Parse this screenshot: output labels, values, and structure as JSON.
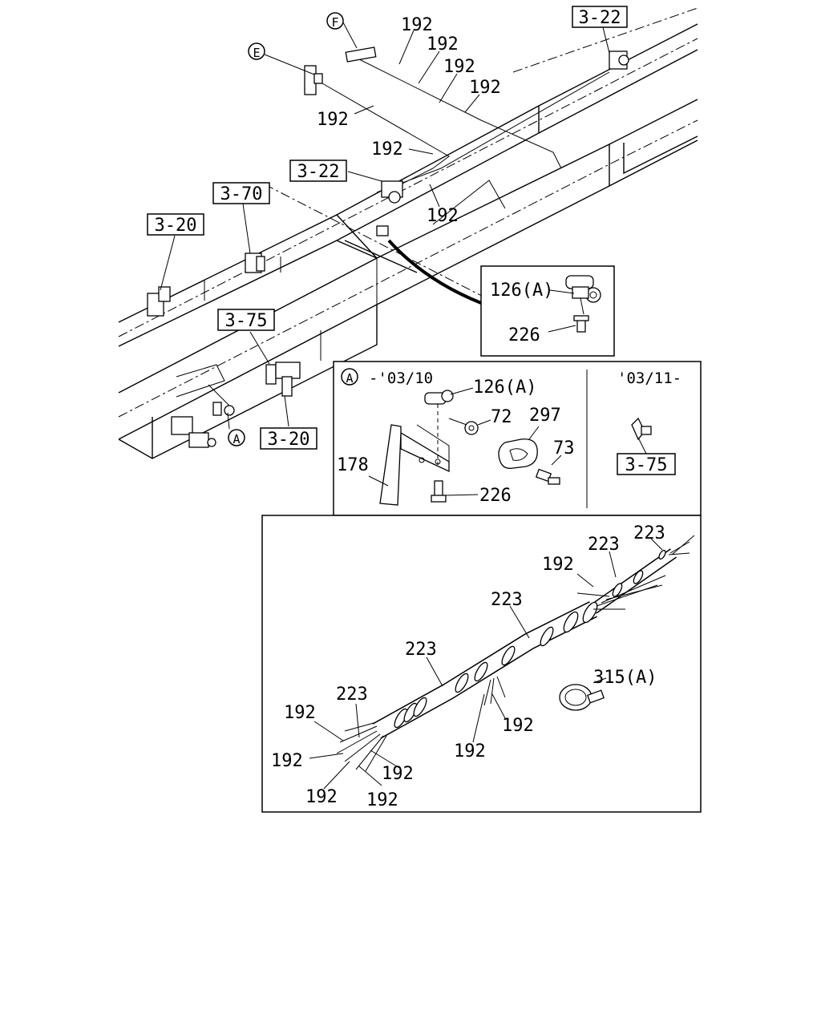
{
  "refs": {
    "r322a": "3-22",
    "r322b": "3-22",
    "r370": "3-70",
    "r320a": "3-20",
    "r375a": "3-75",
    "r320b": "3-20",
    "r375b": "3-75"
  },
  "callouts": {
    "F": "F",
    "E": "E",
    "A": "A",
    "A2": "A"
  },
  "labels": {
    "p192a": "192",
    "p192b": "192",
    "p192c": "192",
    "p192d": "192",
    "p192e": "192",
    "p192f": "192",
    "p192g": "192",
    "inset_126": "126(A)",
    "inset_226": "226"
  },
  "detail_a": {
    "range_early": "-'03/10",
    "range_late": "'03/11-",
    "p126": "126(A)",
    "p72": "72",
    "p297": "297",
    "p73": "73",
    "p178": "178",
    "p226": "226"
  },
  "harness": {
    "p223a": "223",
    "p223b": "223",
    "p223c": "223",
    "p223d": "223",
    "p223e": "223",
    "p192a": "192",
    "p192b": "192",
    "p192c": "192",
    "p192d": "192",
    "p192e": "192",
    "p192f": "192",
    "p192g": "192",
    "p192h": "192",
    "p315": "315(A)"
  }
}
